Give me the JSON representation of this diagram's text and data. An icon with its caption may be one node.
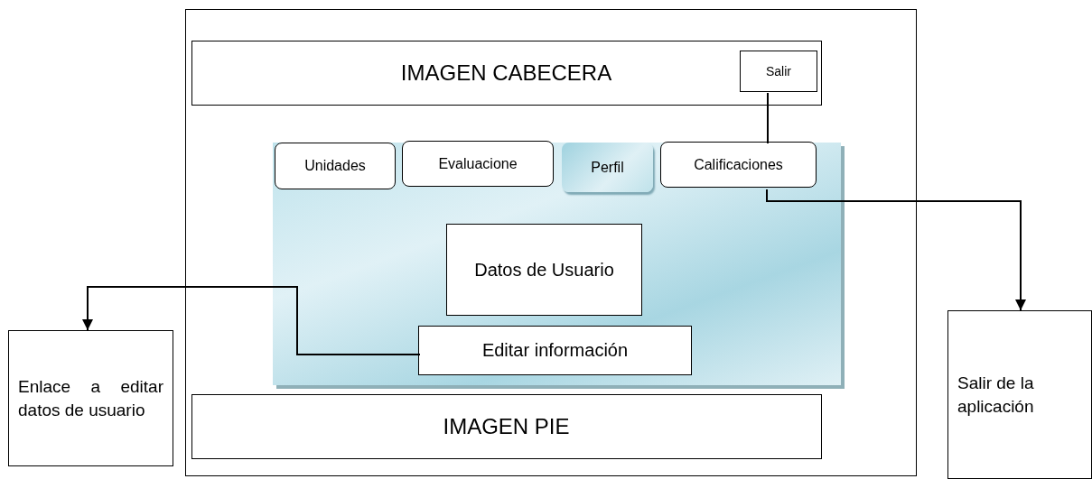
{
  "diagram": {
    "nodes": [
      {
        "text": [],
        "shape": "box"
      },
      {
        "text": [
          "IMAGEN CABECERA"
        ],
        "in": 0
      },
      {
        "text": [
          "Salir"
        ],
        "in": 1
      },
      {
        "text": [],
        "shape": "box",
        "in": 0
      },
      {
        "text": [
          "Unidades"
        ],
        "in": 3
      },
      {
        "text": [
          "Evaluacione"
        ],
        "in": 3
      },
      {
        "text": [
          "Perfil"
        ],
        "in": 3
      },
      {
        "text": [
          "Calificaciones"
        ],
        "in": 3
      },
      {
        "text": [
          "Datos de Usuario"
        ],
        "in": 3
      },
      {
        "text": [
          "Editar información"
        ],
        "in": 3
      },
      {
        "text": [
          "IMAGEN PIE"
        ],
        "in": 0
      },
      {
        "text": [
          "Enlace a editar datos de usuario"
        ]
      },
      {
        "text": [
          "Salir de la aplicación"
        ]
      }
    ],
    "edges": [
      {
        "from": 2,
        "to": 7,
        "arrow": "none"
      },
      {
        "from": 7,
        "to": 12,
        "arrow": "to"
      },
      {
        "from": 9,
        "to": 11,
        "arrow": "to"
      }
    ]
  }
}
